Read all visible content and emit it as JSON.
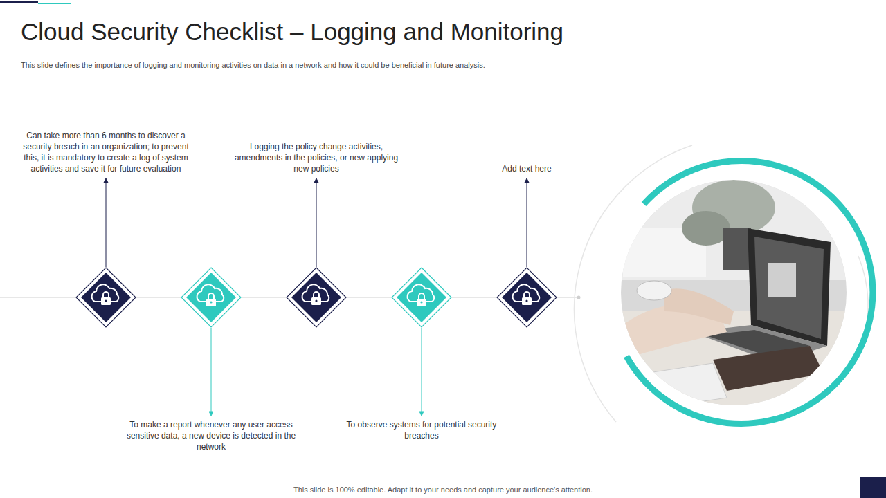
{
  "diagram": {
    "title": "Cloud Security Checklist – Logging and Monitoring",
    "caption": "This slide is 100% editable. Adapt it to your needs and capture your audience's attention.",
    "nodes": [
      {
        "text": [
          "Can take more than 6 months to discover a security breach in an organization; to prevent this, it is mandatory to create a log of system activities and save it for future evaluation"
        ]
      },
      {
        "text": [
          "To make a report whenever any user access sensitive data, a new device is detected in the network"
        ]
      },
      {
        "text": [
          "Logging the policy change activities, amendments in the policies, or new applying new policies"
        ]
      },
      {
        "text": [
          "To observe systems for potential security breaches"
        ]
      },
      {
        "text": [
          "Add text here"
        ]
      }
    ],
    "edges": [
      {
        "from": 0,
        "to": 1,
        "arrow": "none"
      },
      {
        "from": 1,
        "to": 2,
        "arrow": "none"
      },
      {
        "from": 2,
        "to": 3,
        "arrow": "none"
      },
      {
        "from": 3,
        "to": 4,
        "arrow": "none"
      }
    ],
    "labels": [
      "This slide defines the importance of logging and monitoring activities on data in a network and how it could be beneficial in future analysis."
    ]
  }
}
